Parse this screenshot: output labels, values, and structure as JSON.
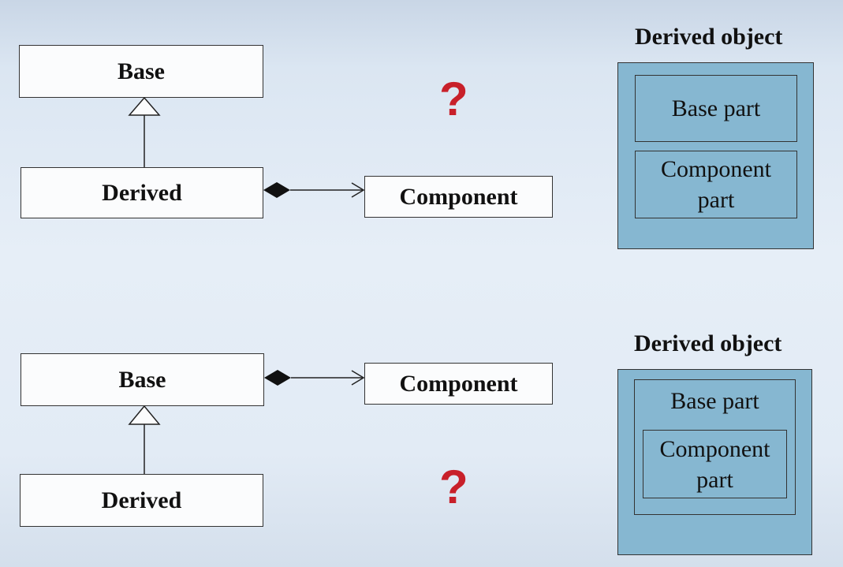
{
  "top": {
    "base_label": "Base",
    "derived_label": "Derived",
    "component_label": "Component",
    "question": "?",
    "object_title": "Derived object",
    "base_part": "Base part",
    "component_part": "Component part"
  },
  "bottom": {
    "base_label": "Base",
    "derived_label": "Derived",
    "component_label": "Component",
    "question": "?",
    "object_title": "Derived object",
    "base_part": "Base part",
    "component_part": "Component part"
  },
  "colors": {
    "question": "#c8202a",
    "object_fill": "#86b7d1",
    "box_fill": "#fbfcfd"
  }
}
